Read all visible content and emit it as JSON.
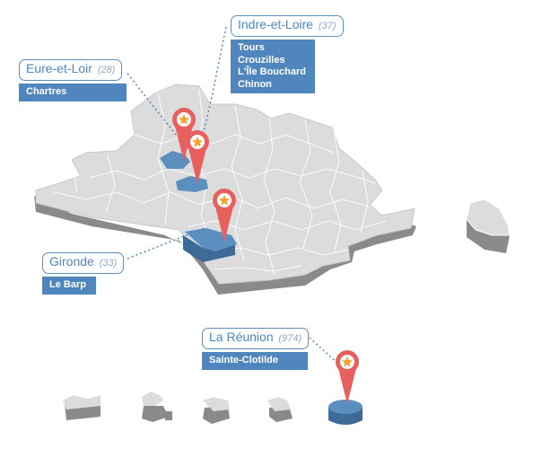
{
  "labels": {
    "eure_et_loir": {
      "name": "Eure-et-Loir",
      "code": "(28)",
      "cities": [
        "Chartres"
      ]
    },
    "indre_et_loire": {
      "name": "Indre-et-Loire",
      "code": "(37)",
      "cities": [
        "Tours",
        "Crouzilles",
        "L'Île Bouchard",
        "Chinon"
      ]
    },
    "gironde": {
      "name": "Gironde",
      "code": "(33)",
      "cities": [
        "Le Barp"
      ]
    },
    "la_reunion": {
      "name": "La Réunion",
      "code": "(974)",
      "cities": [
        "Sainte-Clotilde"
      ]
    }
  },
  "colors": {
    "land_top": "#dcdcdc",
    "land_side": "#8a8a8a",
    "borders": "#ffffff",
    "highlight": "#5b8fc0",
    "highlight_side": "#3d6a96",
    "pin": "#e8605e",
    "pin_dark": "#c24a48",
    "star": "#f4a531",
    "label_border": "#5b8fc0",
    "label_text": "#4f86bd",
    "city_bg": "#4f86bd"
  },
  "icons": [
    "map-pin-icon",
    "star-icon"
  ]
}
